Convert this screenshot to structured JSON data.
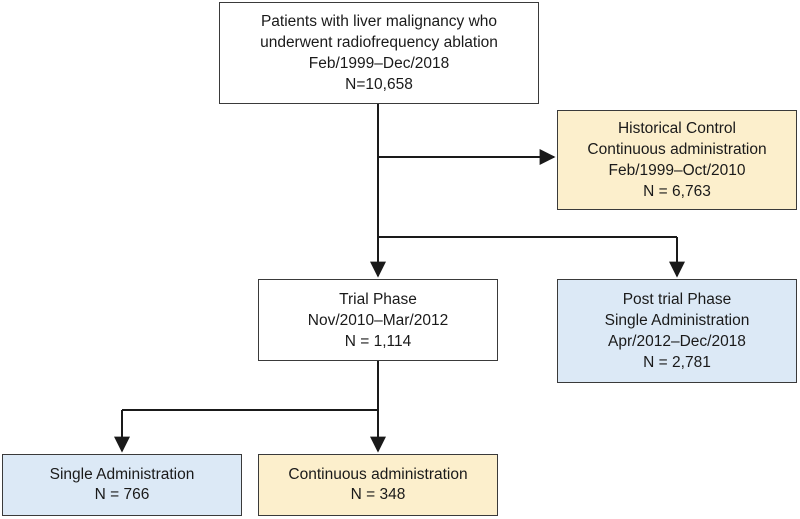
{
  "colors": {
    "control_fill": "#fcefcc",
    "single_fill": "#dce9f6",
    "line": "#1a1a1a"
  },
  "boxes": {
    "root": {
      "lines": [
        "Patients with liver malignancy who",
        "underwent radiofrequency ablation",
        "Feb/1999–Dec/2018",
        "N=10,658"
      ]
    },
    "historical_control": {
      "lines": [
        "Historical Control",
        "Continuous administration",
        "Feb/1999–Oct/2010",
        "N = 6,763"
      ]
    },
    "trial_phase": {
      "lines": [
        "Trial Phase",
        "Nov/2010–Mar/2012",
        "N = 1,114"
      ]
    },
    "post_trial_phase": {
      "lines": [
        "Post trial Phase",
        "Single Administration",
        "Apr/2012–Dec/2018",
        "N = 2,781"
      ]
    },
    "single_administration": {
      "lines": [
        "Single Administration",
        "N = 766"
      ]
    },
    "continuous_administration": {
      "lines": [
        "Continuous administration",
        "N = 348"
      ]
    }
  }
}
